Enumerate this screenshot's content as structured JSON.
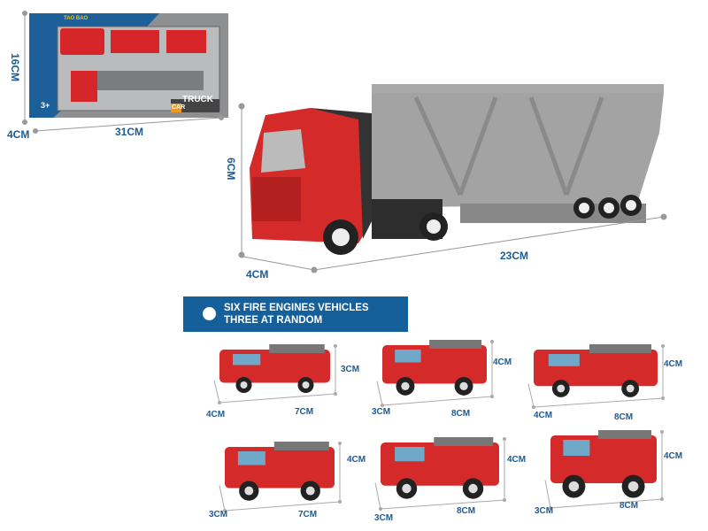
{
  "package": {
    "brand": "TAO BAO",
    "age": "3+",
    "logo_top": "TRUCK",
    "logo_bottom": "CAR",
    "dimensions": {
      "height": "16CM",
      "depth": "4CM",
      "width": "31CM"
    }
  },
  "main_truck": {
    "dimensions": {
      "height": "6CM",
      "depth": "4CM",
      "length": "23CM"
    }
  },
  "banner": {
    "line1": "SIX FIRE ENGINES VEHICLES",
    "line2": "THREE AT RANDOM"
  },
  "vehicles": [
    {
      "height": "3CM",
      "depth": "4CM",
      "length": "7CM"
    },
    {
      "height": "4CM",
      "depth": "3CM",
      "length": "8CM"
    },
    {
      "height": "4CM",
      "depth": "4CM",
      "length": "8CM"
    },
    {
      "height": "4CM",
      "depth": "3CM",
      "length": "7CM"
    },
    {
      "height": "4CM",
      "depth": "3CM",
      "length": "8CM"
    },
    {
      "height": "4CM",
      "depth": "3CM",
      "length": "8CM"
    }
  ],
  "colors": {
    "dimension_text": "#1d5b94",
    "banner": "#15609a",
    "truck_red": "#d42a2a",
    "trailer_gray": "#9a9a9a"
  }
}
